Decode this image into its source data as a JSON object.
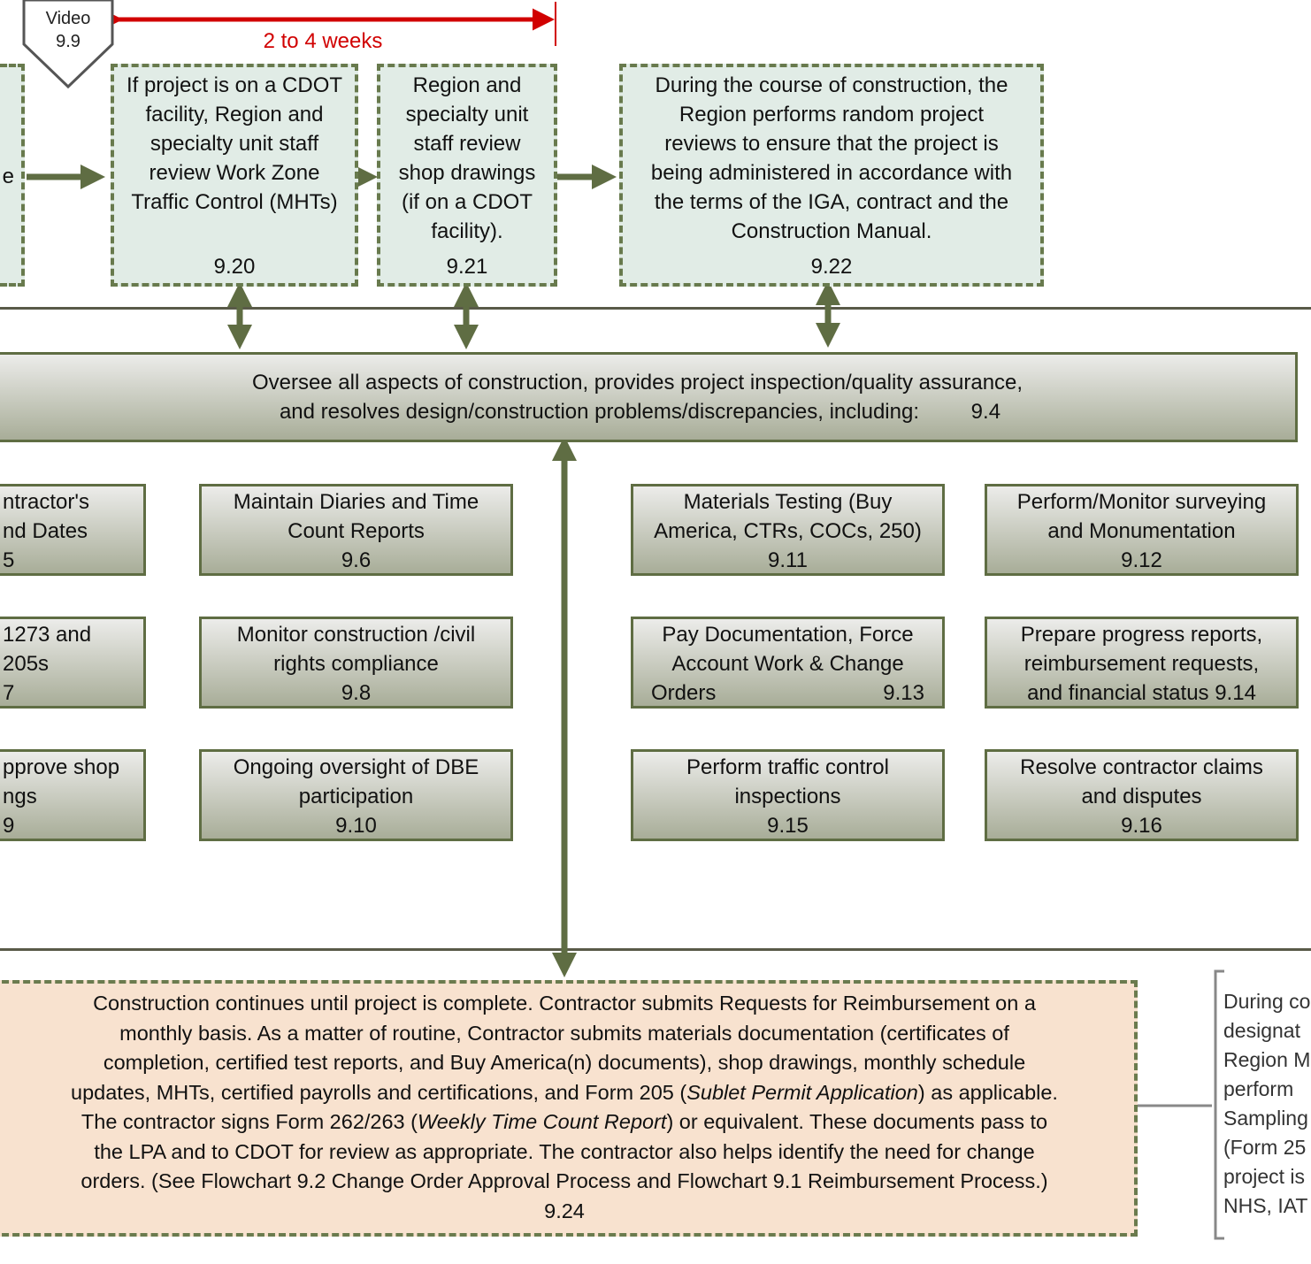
{
  "video_tag": {
    "line1": "Video",
    "line2": "9.9"
  },
  "duration_label": "2 to 4 weeks",
  "left_partial": {
    "text": "e"
  },
  "steps": [
    {
      "lines": [
        "If project is on a CDOT",
        "facility, Region and",
        "specialty unit staff",
        "review Work Zone",
        "Traffic Control (MHTs)"
      ],
      "ref": "9.20"
    },
    {
      "lines": [
        "Region and",
        "specialty unit",
        "staff  review",
        "shop drawings",
        "(if on a CDOT",
        "facility)."
      ],
      "ref": "9.21"
    },
    {
      "lines": [
        "During the course of construction, the",
        "Region performs random project",
        "reviews to ensure that the project is",
        "being administered in accordance with",
        "the terms of the IGA, contract and the",
        "Construction Manual."
      ],
      "ref": "9.22"
    }
  ],
  "oversee": {
    "line1": "Oversee all aspects of construction, provides project  inspection/quality assurance,",
    "line2": "and resolves design/construction problems/discrepancies, including:",
    "ref": "9.4"
  },
  "tasks_left_partial": [
    {
      "lines": [
        "ntractor's",
        "nd Dates",
        "5"
      ]
    },
    {
      "lines": [
        "1273 and",
        "205s",
        "7"
      ]
    },
    {
      "lines": [
        "pprove shop",
        "ngs",
        "9"
      ]
    }
  ],
  "tasks_left": [
    {
      "lines": [
        "Maintain Diaries and Time",
        "Count Reports",
        "9.6"
      ]
    },
    {
      "lines": [
        "Monitor construction /civil",
        "rights compliance",
        "9.8"
      ]
    },
    {
      "lines": [
        "Ongoing oversight of DBE",
        "participation",
        "9.10"
      ]
    }
  ],
  "tasks_mid": [
    {
      "lines": [
        "Materials Testing (Buy",
        "America, CTRs, COCs, 250)",
        "9.11"
      ]
    },
    {
      "lines": [
        "Pay Documentation, Force",
        "Account Work & Change"
      ],
      "last_left": "Orders",
      "last_right": "9.13"
    },
    {
      "lines": [
        "Perform traffic control",
        "inspections",
        "9.15"
      ]
    }
  ],
  "tasks_right": [
    {
      "lines": [
        "Perform/Monitor surveying",
        "and Monumentation",
        "9.12"
      ]
    },
    {
      "lines": [
        "Prepare progress reports,",
        "reimbursement requests,",
        "and financial status 9.14"
      ]
    },
    {
      "lines": [
        "Resolve contractor claims",
        "and disputes",
        "9.16"
      ]
    }
  ],
  "construction": {
    "l1": "Construction continues until project is complete. Contractor submits Requests for Reimbursement on a",
    "l2": "monthly basis.   As a matter of routine, Contractor submits materials documentation (certificates of",
    "l3": "completion, certified test reports, and Buy America(n) documents), shop drawings, monthly schedule",
    "l4a": "updates, MHTs, certified payrolls and certifications, and Form 205 (",
    "l4i": "Sublet Permit Application",
    "l4b": ") as applicable.",
    "l5a": "The contractor signs Form 262/263 (",
    "l5i": "Weekly Time Count Report",
    "l5b": ") or equivalent.  These documents pass to",
    "l6": "the LPA and to CDOT for review as appropriate.   The contractor also helps identify the need for change",
    "l7": "orders.  (See Flowchart 9.2 Change Order Approval Process and Flowchart 9.1 Reimbursement Process.)",
    "ref": "9.24"
  },
  "side_note": [
    "During co",
    "designat",
    "Region M",
    "perform",
    "Sampling",
    "(Form 25",
    "project is",
    "NHS, IAT"
  ],
  "colors": {
    "arrow": "#5f6d43",
    "red": "#d10000",
    "dash_fill": "#e1ece6",
    "orange_fill": "#f8e2cf"
  }
}
